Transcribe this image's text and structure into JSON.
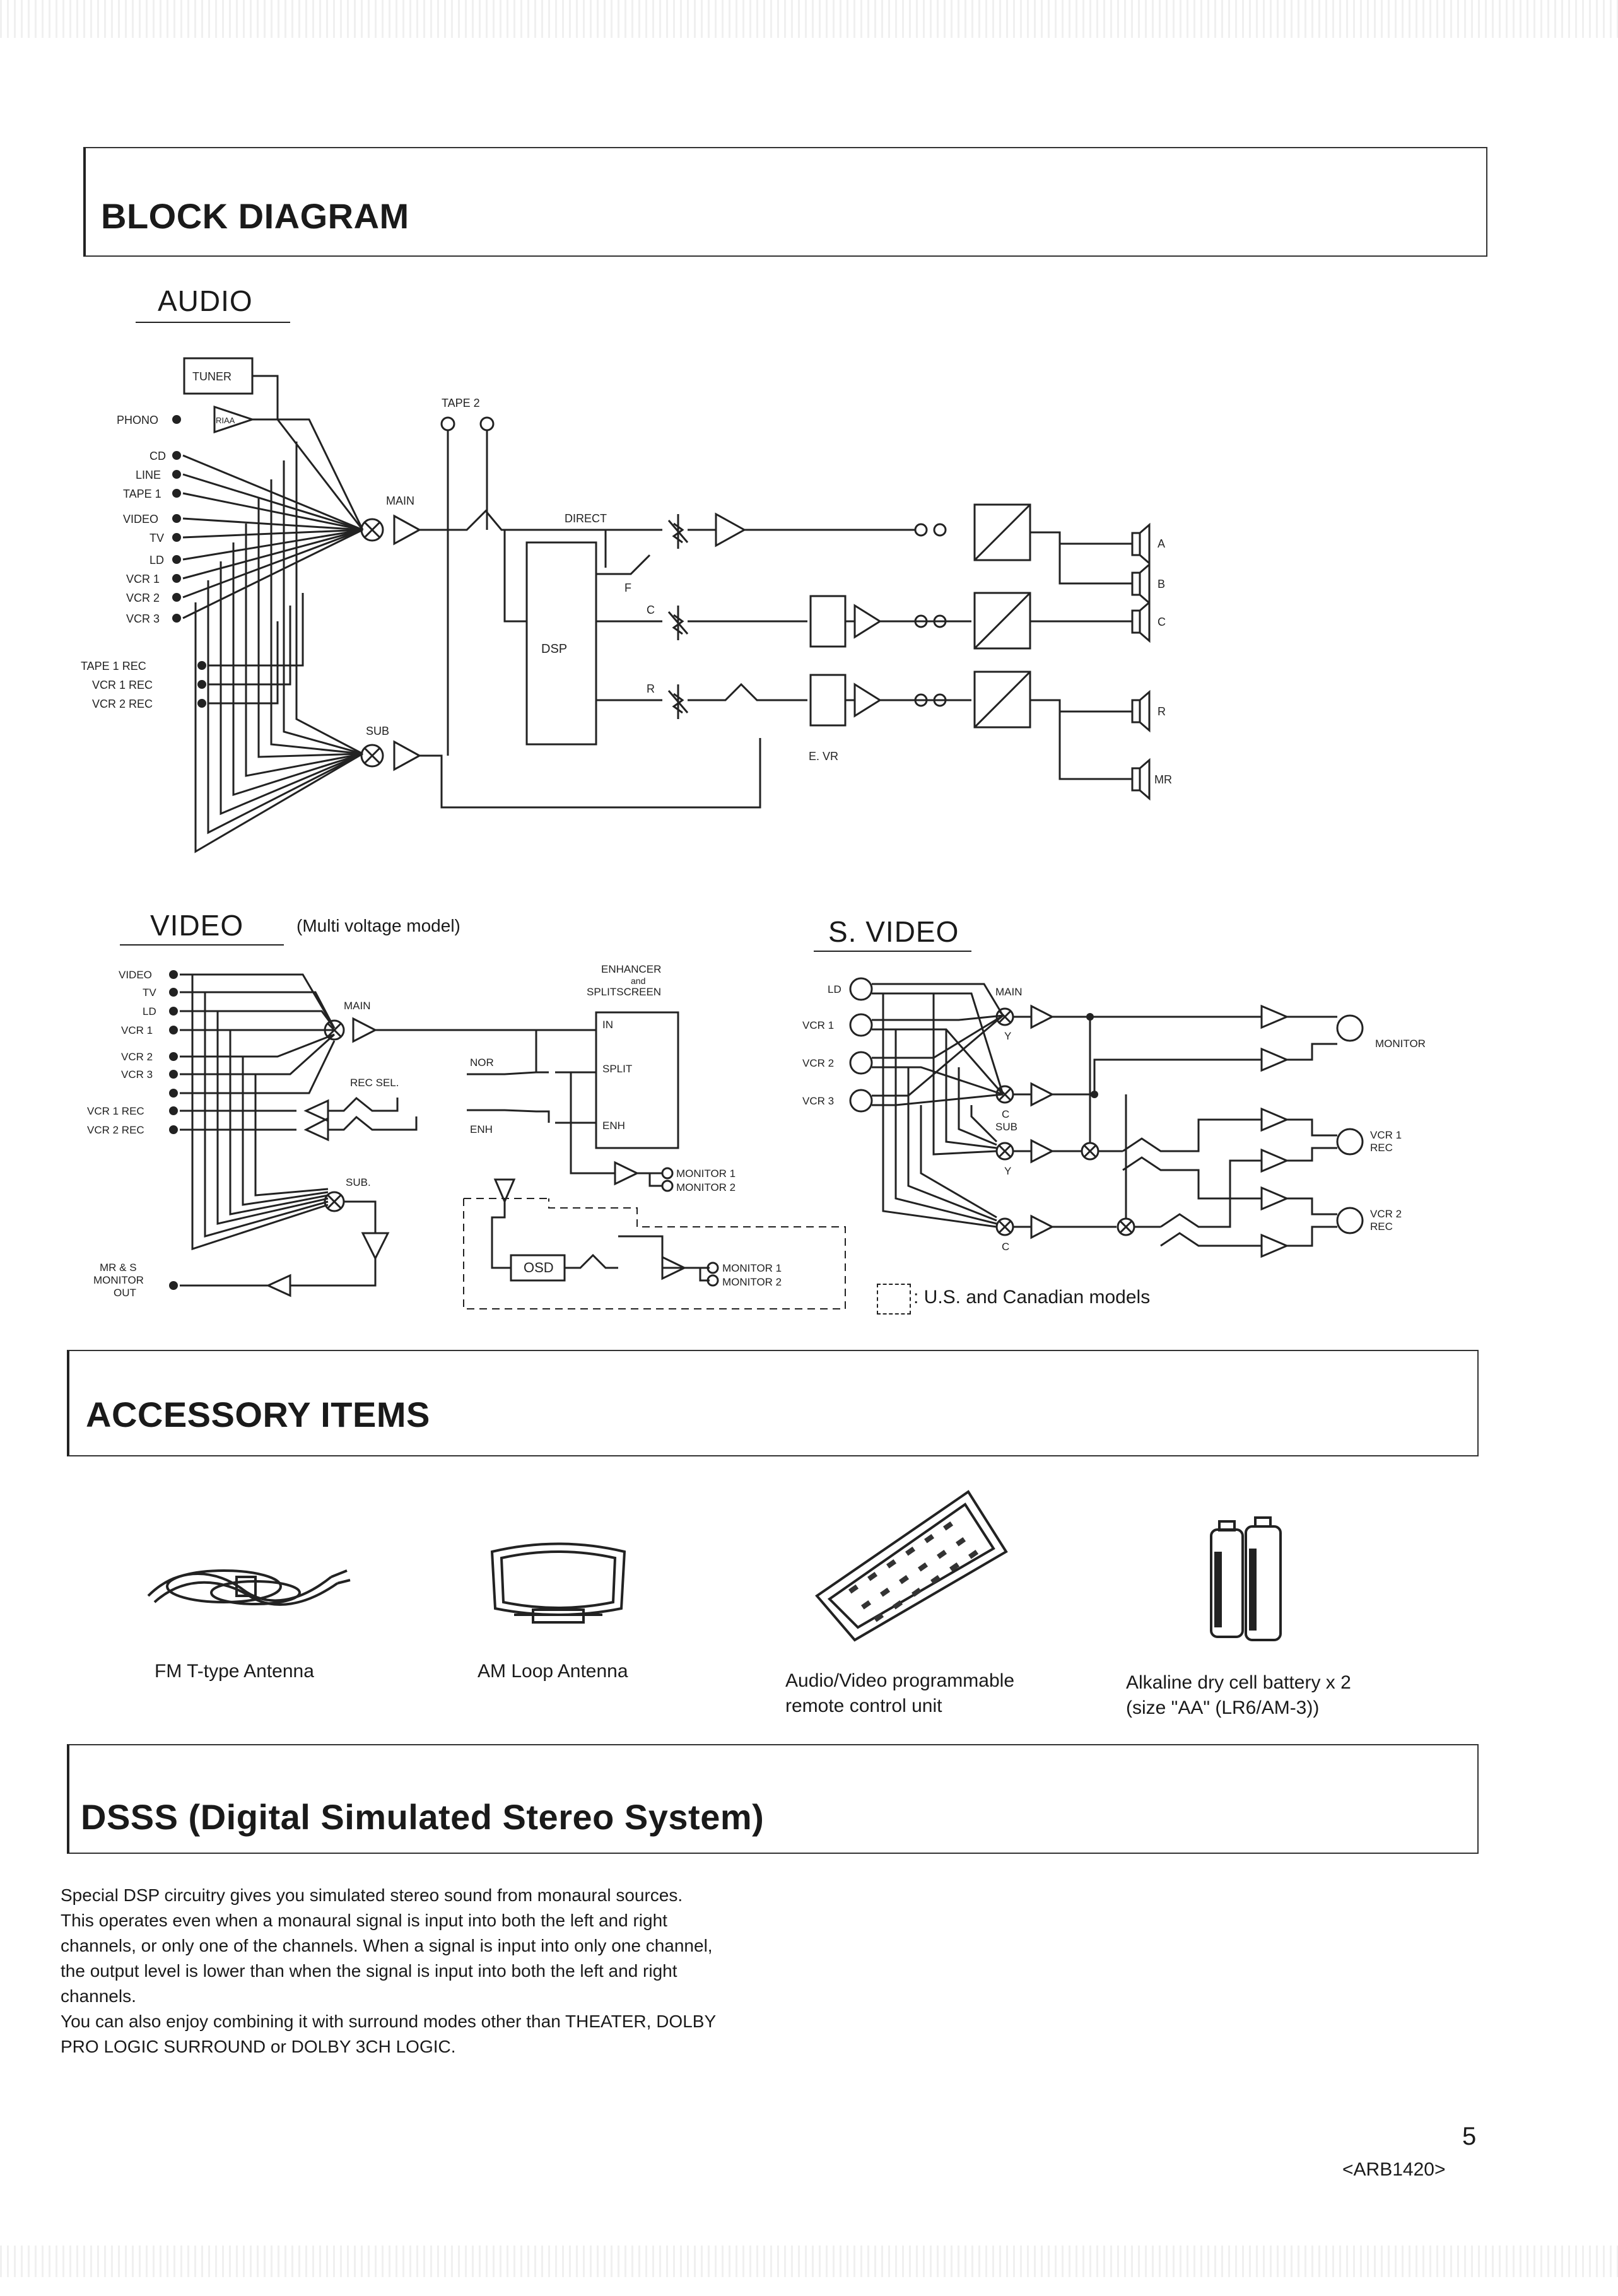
{
  "sections": {
    "block_diagram": "BLOCK DIAGRAM",
    "accessory": "ACCESSORY ITEMS",
    "dsss": "DSSS (Digital Simulated Stereo System)"
  },
  "audio": {
    "heading": "AUDIO",
    "labels": {
      "tuner": "TUNER",
      "phono": "PHONO",
      "riaa": "RIAA",
      "cd": "CD",
      "line": "LINE",
      "tape1": "TAPE 1",
      "video": "VIDEO",
      "tv": "TV",
      "ld": "LD",
      "vcr1": "VCR 1",
      "vcr2": "VCR 2",
      "vcr3": "VCR 3",
      "tape1rec": "TAPE 1 REC",
      "vcr1rec": "VCR 1 REC",
      "vcr2rec": "VCR 2 REC",
      "main": "MAIN",
      "sub": "SUB",
      "tape2": "TAPE 2",
      "direct": "DIRECT",
      "dsp": "DSP",
      "f": "F",
      "c": "C",
      "r": "R",
      "evr": "E. VR",
      "spk_a": "A",
      "spk_b": "B",
      "spk_c": "C",
      "spk_r": "R",
      "spk_mr": "MR"
    }
  },
  "video": {
    "heading": "VIDEO",
    "note": "(Multi voltage model)",
    "labels": {
      "video": "VIDEO",
      "tv": "TV",
      "ld": "LD",
      "vcr1": "VCR 1",
      "vcr2": "VCR 2",
      "vcr3": "VCR 3",
      "vcr1rec": "VCR 1 REC",
      "vcr2rec": "VCR 2 REC",
      "main": "MAIN",
      "sub": "SUB.",
      "recsel": "REC SEL.",
      "nor": "NOR",
      "enh": "ENH",
      "enhancer": "ENHANCER",
      "and": "and",
      "splitscreen": "SPLITSCREEN",
      "in": "IN",
      "split": "SPLIT",
      "enh_box": "ENH",
      "monitor1": "MONITOR 1",
      "monitor2": "MONITOR 2",
      "osd": "OSD",
      "mrs_monitor_out_1": "MR & S",
      "mrs_monitor_out_2": "MONITOR",
      "mrs_monitor_out_3": "OUT"
    }
  },
  "svideo": {
    "heading": "S. VIDEO",
    "labels": {
      "ld": "LD",
      "vcr1": "VCR 1",
      "vcr2": "VCR 2",
      "vcr3": "VCR 3",
      "main": "MAIN",
      "sub": "SUB",
      "y1": "Y",
      "y2": "Y",
      "c1": "C",
      "c2": "C",
      "monitor": "MONITOR",
      "vcr1rec_1": "VCR 1",
      "vcr1rec_2": "REC",
      "vcr2rec_1": "VCR 2",
      "vcr2rec_2": "REC"
    },
    "legend": ": U.S. and Canadian models"
  },
  "accessories": [
    {
      "label": "FM T-type Antenna",
      "icon": "fm-antenna-icon"
    },
    {
      "label": "AM Loop Antenna",
      "icon": "am-loop-antenna-icon"
    },
    {
      "label": "Audio/Video programmable\nremote control unit",
      "icon": "remote-control-icon"
    },
    {
      "label": "Alkaline dry cell battery x 2\n(size \"AA\" (LR6/AM-3))",
      "icon": "battery-icon"
    }
  ],
  "dsss_text": [
    "Special DSP circuitry gives you simulated stereo sound from monaural sources.",
    "This operates even when a monaural signal is input into both the left and right channels, or only one of the channels. When a signal is input into only one channel, the output level is lower than when the signal is input into both the left and right channels.",
    "You can also enjoy combining it with surround modes other than THEATER, DOLBY PRO LOGIC SURROUND or DOLBY 3CH LOGIC."
  ],
  "page_number": "5",
  "doc_code": "<ARB1420>"
}
